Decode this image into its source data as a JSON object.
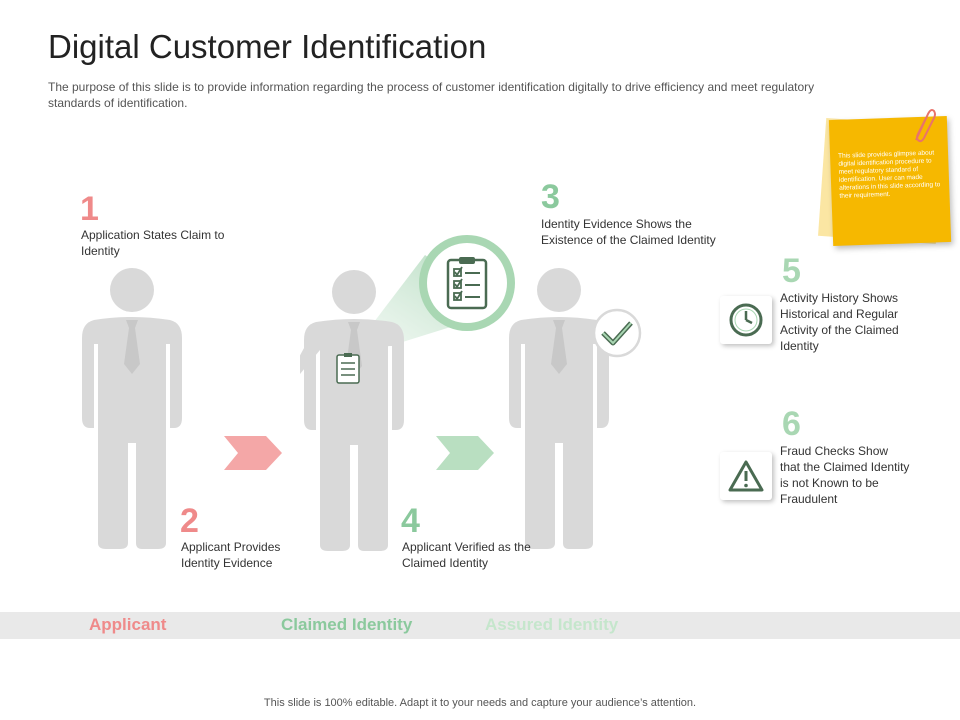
{
  "header": {
    "title": "Digital Customer Identification",
    "subtitle": "The purpose of this slide is to provide information regarding the process of customer identification digitally to drive efficiency and meet regulatory standards of identification."
  },
  "steps": [
    {
      "number": "1",
      "text": "Application States Claim to Identity"
    },
    {
      "number": "2",
      "text": "Applicant Provides Identity Evidence"
    },
    {
      "number": "3",
      "text": "Identity Evidence Shows the Existence of the Claimed Identity"
    },
    {
      "number": "4",
      "text": "Applicant Verified as the Claimed Identity"
    },
    {
      "number": "5",
      "text": "Activity History Shows Historical and Regular Activity of the Claimed Identity"
    },
    {
      "number": "6",
      "text": "Fraud Checks Show that the Claimed Identity is not Known to be Fraudulent"
    }
  ],
  "stages": [
    "Applicant",
    "Claimed Identity",
    "Assured Identity"
  ],
  "sticky_note": "This slide provides glimpse about digital identification procedure to meet regulatory standard of identification. User can made alterations in this slide according to their requirement.",
  "footer": "This slide is 100% editable. Adapt it to your needs and capture your audience’s attention.",
  "icons": [
    "clipboard-checklist-icon",
    "checkmark-icon",
    "clock-icon",
    "warning-icon",
    "paperclip-icon",
    "arrow-chevron-icon",
    "person-silhouette-icon"
  ],
  "colors": {
    "red": "#ef8a8a",
    "green": "#8bc99d",
    "green_light": "#a9d7b3",
    "figure": "#d9d9d9",
    "note": "#f6b800",
    "dark_green": "#4a6b52"
  }
}
